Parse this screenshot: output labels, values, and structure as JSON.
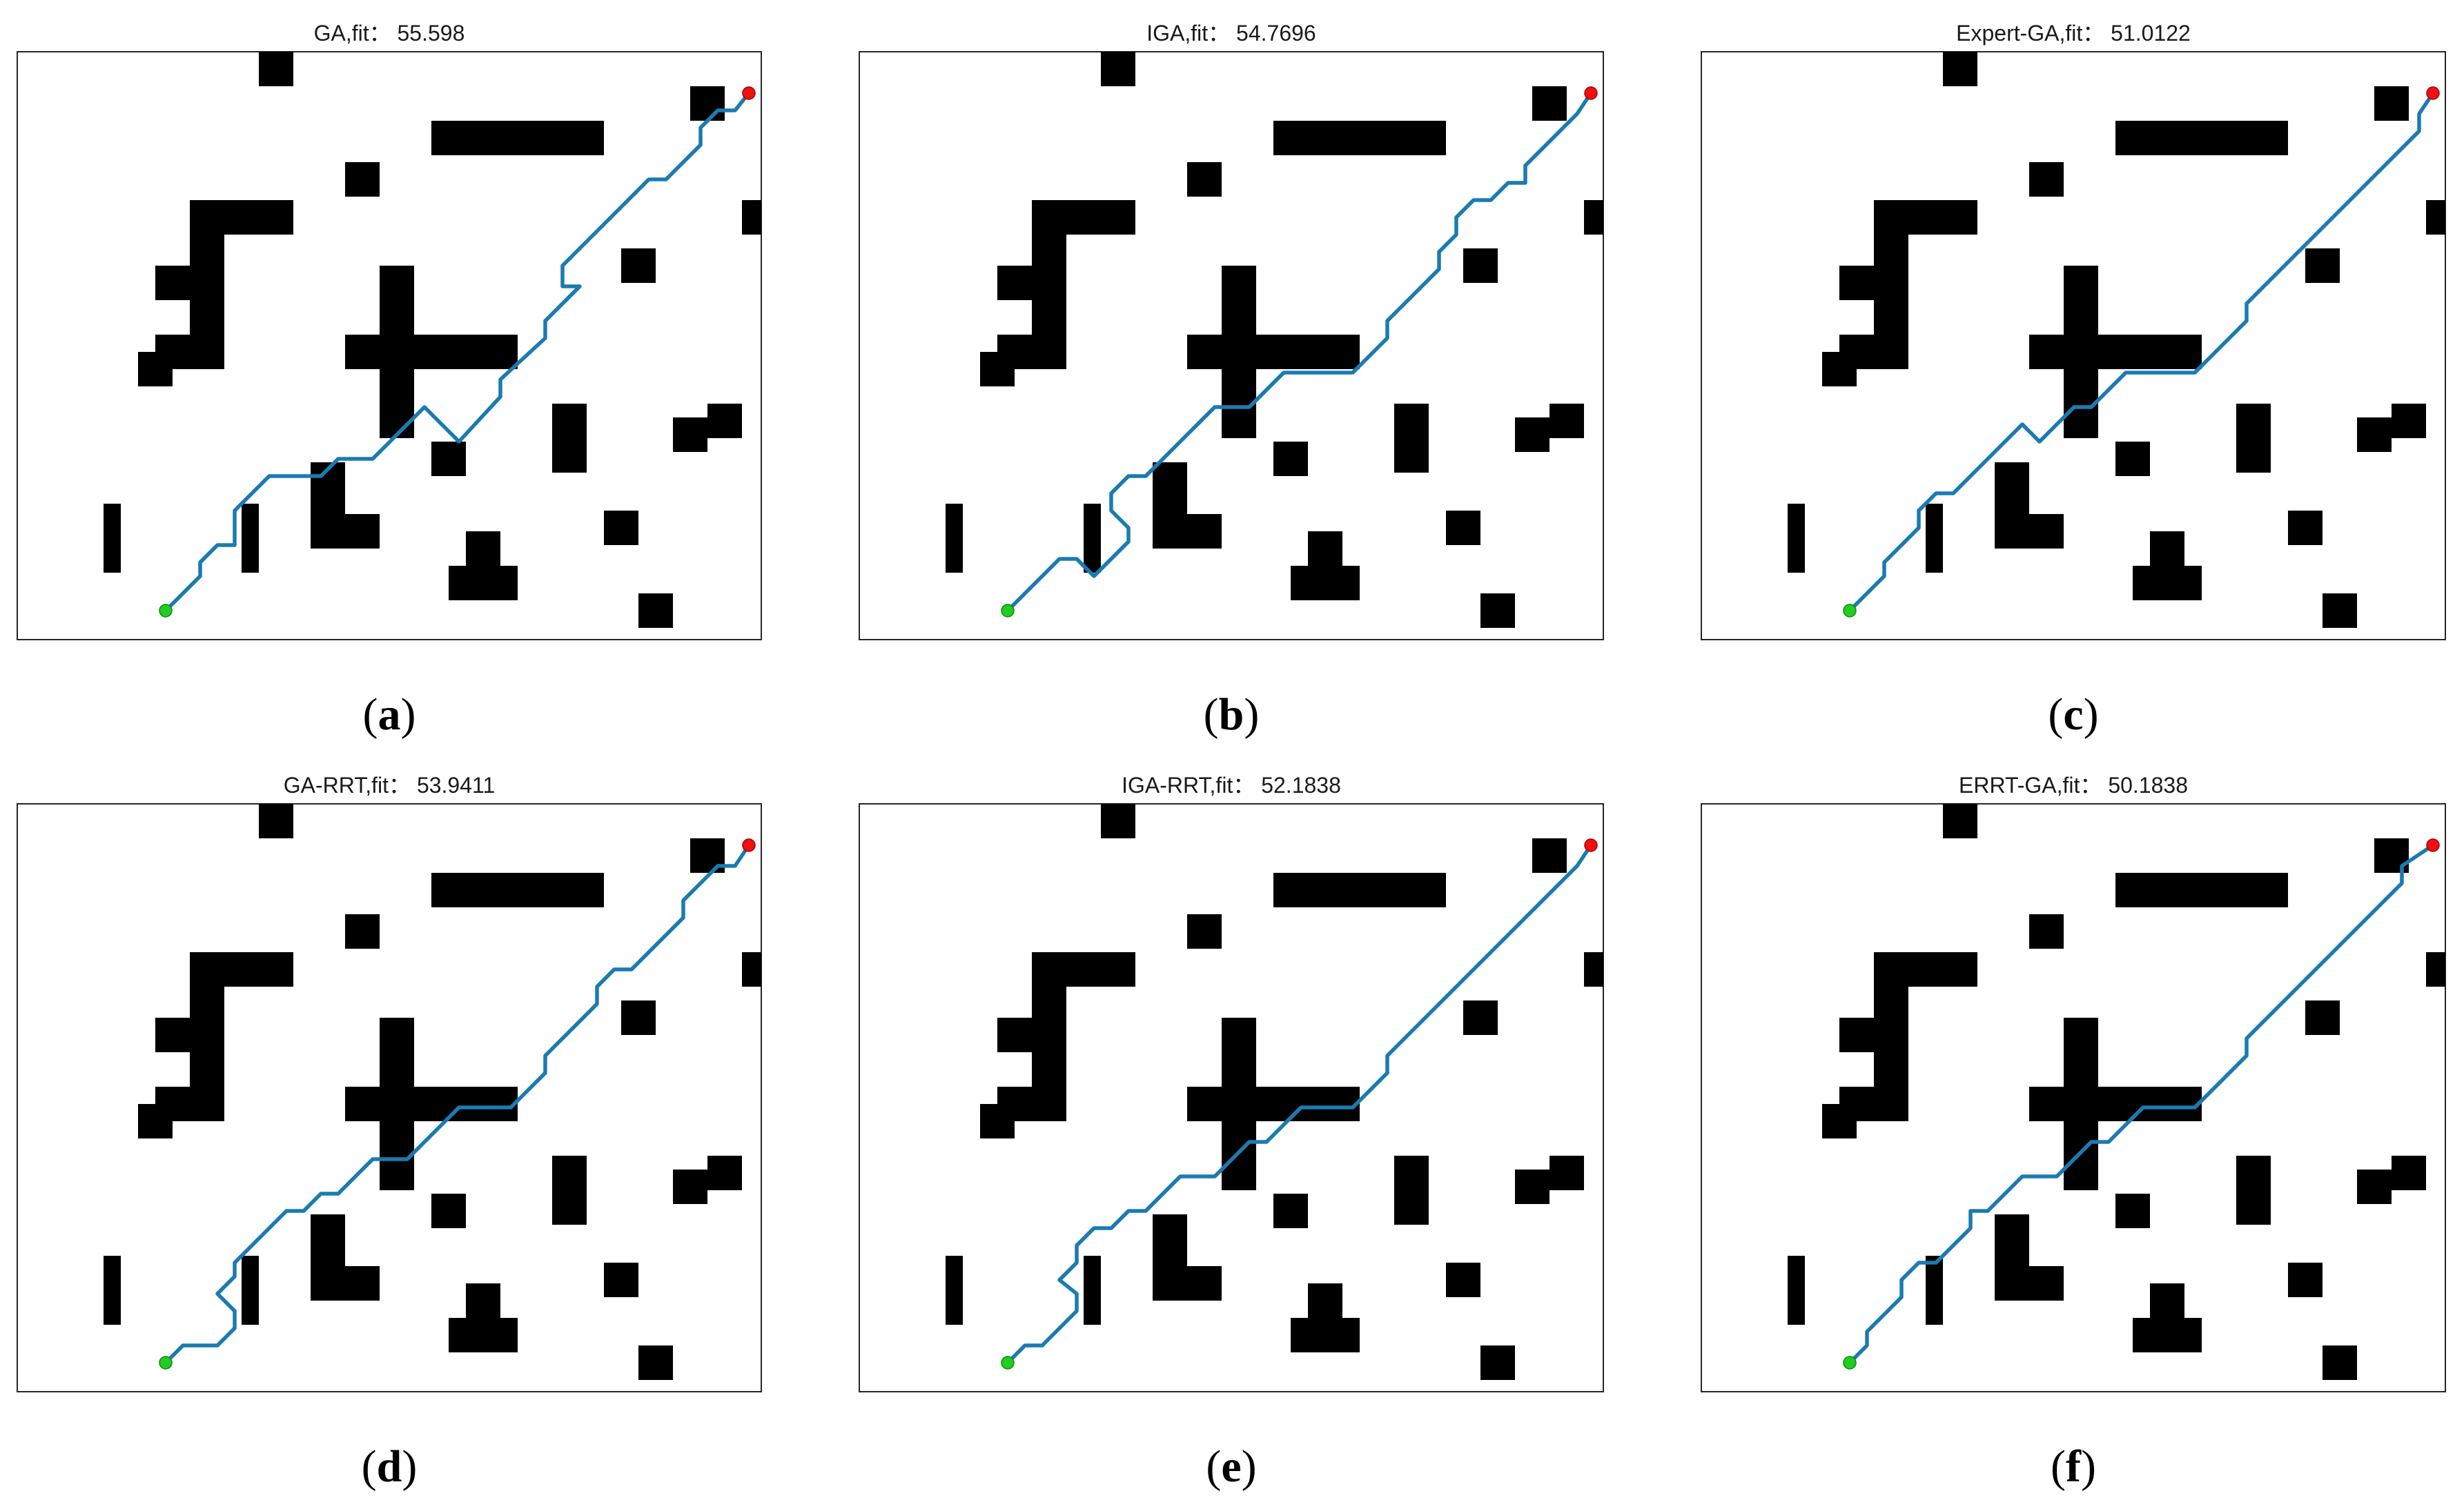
{
  "colors": {
    "path": "#1b7bb0",
    "start": "#22cc22",
    "goal": "#ee1111",
    "obstacle": "#000000",
    "frame": "#262626"
  },
  "map": {
    "cols": 21.5,
    "rows": 17,
    "obstacles": [
      [
        7,
        0,
        1,
        1
      ],
      [
        12,
        2,
        5,
        1
      ],
      [
        19.5,
        1,
        1,
        1
      ],
      [
        9.5,
        3.2,
        1,
        1
      ],
      [
        5,
        4.3,
        3,
        1
      ],
      [
        5,
        5.3,
        1,
        3
      ],
      [
        4,
        6.2,
        1,
        1
      ],
      [
        4,
        8.2,
        2,
        1
      ],
      [
        3.5,
        8.7,
        1,
        1
      ],
      [
        21,
        4.3,
        1,
        1
      ],
      [
        10.5,
        6.2,
        1,
        5
      ],
      [
        9.5,
        8.2,
        5,
        1
      ],
      [
        17.5,
        5.7,
        1,
        1
      ],
      [
        15.5,
        10.2,
        1,
        2
      ],
      [
        19,
        10.6,
        1,
        1
      ],
      [
        20,
        10.2,
        1,
        1
      ],
      [
        12,
        11.3,
        1,
        1
      ],
      [
        8.5,
        11.9,
        1,
        1.5
      ],
      [
        8.5,
        13.4,
        2,
        1
      ],
      [
        2.5,
        13.1,
        0.5,
        2
      ],
      [
        6.5,
        13.1,
        0.5,
        2
      ],
      [
        17,
        13.3,
        1,
        1
      ],
      [
        13,
        13.9,
        1,
        1
      ],
      [
        12.5,
        14.9,
        2,
        1
      ],
      [
        18,
        15.7,
        1,
        1
      ]
    ],
    "start": [
      4.3,
      16.2
    ],
    "goal": [
      21.2,
      1.2
    ]
  },
  "panels": [
    {
      "title": "GA,fit： 55.598",
      "caption": "a",
      "path": [
        [
          4.3,
          16.2
        ],
        [
          5.3,
          15.2
        ],
        [
          5.3,
          14.8
        ],
        [
          5.8,
          14.3
        ],
        [
          6.3,
          14.3
        ],
        [
          6.3,
          13.3
        ],
        [
          7.3,
          12.3
        ],
        [
          7.8,
          12.3
        ],
        [
          8.8,
          12.3
        ],
        [
          9.3,
          11.8
        ],
        [
          10.3,
          11.8
        ],
        [
          11.8,
          10.3
        ],
        [
          12.8,
          11.3
        ],
        [
          14,
          10
        ],
        [
          14,
          9.5
        ],
        [
          15.3,
          8.3
        ],
        [
          15.3,
          7.8
        ],
        [
          16.3,
          6.8
        ],
        [
          15.8,
          6.8
        ],
        [
          15.8,
          6.2
        ],
        [
          18.3,
          3.7
        ],
        [
          18.8,
          3.7
        ],
        [
          19.8,
          2.7
        ],
        [
          19.8,
          2.2
        ],
        [
          20.3,
          1.7
        ],
        [
          20.8,
          1.7
        ],
        [
          21.2,
          1.2
        ]
      ]
    },
    {
      "title": "IGA,fit： 54.7696",
      "caption": "b",
      "path": [
        [
          4.3,
          16.2
        ],
        [
          5.8,
          14.7
        ],
        [
          6.3,
          14.7
        ],
        [
          6.8,
          15.2
        ],
        [
          7.8,
          14.2
        ],
        [
          7.8,
          13.8
        ],
        [
          7.3,
          13.3
        ],
        [
          7.3,
          12.8
        ],
        [
          7.8,
          12.3
        ],
        [
          8.3,
          12.3
        ],
        [
          10.3,
          10.3
        ],
        [
          11.3,
          10.3
        ],
        [
          12.3,
          9.3
        ],
        [
          14.3,
          9.3
        ],
        [
          15.3,
          8.3
        ],
        [
          15.3,
          7.8
        ],
        [
          16.8,
          6.3
        ],
        [
          16.8,
          5.8
        ],
        [
          17.3,
          5.3
        ],
        [
          17.3,
          4.8
        ],
        [
          17.8,
          4.3
        ],
        [
          18.3,
          4.3
        ],
        [
          18.8,
          3.8
        ],
        [
          19.3,
          3.8
        ],
        [
          19.3,
          3.3
        ],
        [
          20.8,
          1.8
        ],
        [
          21.2,
          1.2
        ]
      ]
    },
    {
      "title": "Expert-GA,fit： 51.0122",
      "caption": "c",
      "path": [
        [
          4.3,
          16.2
        ],
        [
          5.3,
          15.2
        ],
        [
          5.3,
          14.8
        ],
        [
          6.3,
          13.8
        ],
        [
          6.3,
          13.3
        ],
        [
          6.8,
          12.8
        ],
        [
          7.3,
          12.8
        ],
        [
          9.3,
          10.8
        ],
        [
          9.8,
          11.3
        ],
        [
          10.8,
          10.3
        ],
        [
          11.3,
          10.3
        ],
        [
          12.3,
          9.3
        ],
        [
          14.3,
          9.3
        ],
        [
          15.8,
          7.8
        ],
        [
          15.8,
          7.3
        ],
        [
          20.8,
          2.3
        ],
        [
          20.8,
          1.8
        ],
        [
          21.2,
          1.2
        ]
      ]
    },
    {
      "title": "GA-RRT,fit： 53.9411",
      "caption": "d",
      "path": [
        [
          4.3,
          16.2
        ],
        [
          4.8,
          15.7
        ],
        [
          5.8,
          15.7
        ],
        [
          6.3,
          15.2
        ],
        [
          6.3,
          14.7
        ],
        [
          5.8,
          14.2
        ],
        [
          6.3,
          13.7
        ],
        [
          6.3,
          13.3
        ],
        [
          7.8,
          11.8
        ],
        [
          8.3,
          11.8
        ],
        [
          8.8,
          11.3
        ],
        [
          9.3,
          11.3
        ],
        [
          10.3,
          10.3
        ],
        [
          11.3,
          10.3
        ],
        [
          12.8,
          8.8
        ],
        [
          14.3,
          8.8
        ],
        [
          15.3,
          7.8
        ],
        [
          15.3,
          7.3
        ],
        [
          16.8,
          5.8
        ],
        [
          16.8,
          5.3
        ],
        [
          17.3,
          4.8
        ],
        [
          17.8,
          4.8
        ],
        [
          19.3,
          3.3
        ],
        [
          19.3,
          2.8
        ],
        [
          20.3,
          1.8
        ],
        [
          20.8,
          1.8
        ],
        [
          21.2,
          1.2
        ]
      ]
    },
    {
      "title": "IGA-RRT,fit： 52.1838",
      "caption": "e",
      "path": [
        [
          4.3,
          16.2
        ],
        [
          4.8,
          15.7
        ],
        [
          5.3,
          15.7
        ],
        [
          6.3,
          14.7
        ],
        [
          6.3,
          14.2
        ],
        [
          5.8,
          13.8
        ],
        [
          6.3,
          13.3
        ],
        [
          6.3,
          12.8
        ],
        [
          6.8,
          12.3
        ],
        [
          7.3,
          12.3
        ],
        [
          7.8,
          11.8
        ],
        [
          8.3,
          11.8
        ],
        [
          9.3,
          10.8
        ],
        [
          10.3,
          10.8
        ],
        [
          11.3,
          9.8
        ],
        [
          11.8,
          9.8
        ],
        [
          12.8,
          8.8
        ],
        [
          14.3,
          8.8
        ],
        [
          15.3,
          7.8
        ],
        [
          15.3,
          7.3
        ],
        [
          20.3,
          2.3
        ],
        [
          20.8,
          1.8
        ],
        [
          21.2,
          1.2
        ]
      ]
    },
    {
      "title": "ERRT-GA,fit： 50.1838",
      "caption": "f",
      "path": [
        [
          4.3,
          16.2
        ],
        [
          4.8,
          15.7
        ],
        [
          4.8,
          15.3
        ],
        [
          5.8,
          14.3
        ],
        [
          5.8,
          13.8
        ],
        [
          6.3,
          13.3
        ],
        [
          6.8,
          13.3
        ],
        [
          7.8,
          12.3
        ],
        [
          7.8,
          11.8
        ],
        [
          8.3,
          11.8
        ],
        [
          9.3,
          10.8
        ],
        [
          10.3,
          10.8
        ],
        [
          11.3,
          9.8
        ],
        [
          11.8,
          9.8
        ],
        [
          12.8,
          8.8
        ],
        [
          14.3,
          8.8
        ],
        [
          15.8,
          7.3
        ],
        [
          15.8,
          6.8
        ],
        [
          20.3,
          2.3
        ],
        [
          20.3,
          1.8
        ],
        [
          21.2,
          1.2
        ]
      ]
    }
  ]
}
